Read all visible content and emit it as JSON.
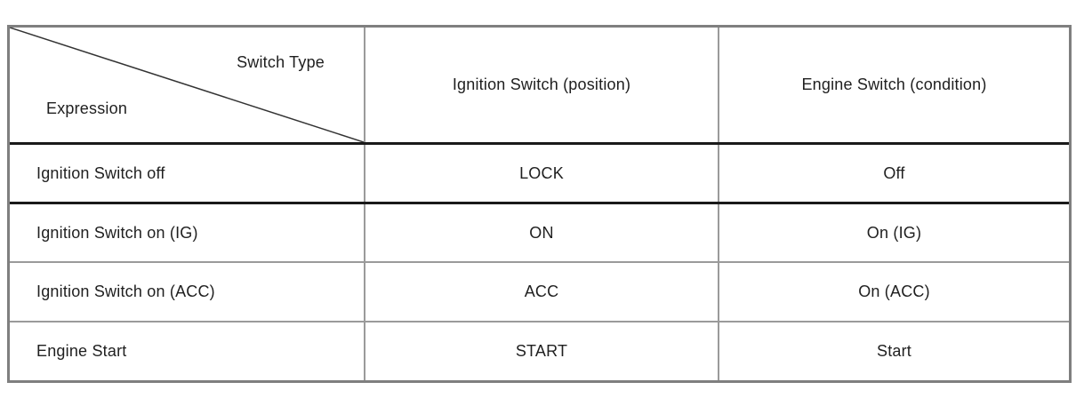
{
  "table": {
    "corner": {
      "top_label": "Switch Type",
      "bottom_label": "Expression"
    },
    "column_headers": {
      "ignition": "Ignition Switch (position)",
      "engine": "Engine Switch (condition)"
    },
    "rows": [
      {
        "expression": "Ignition Switch off",
        "ignition": "LOCK",
        "engine": "Off"
      },
      {
        "expression": "Ignition Switch on (IG)",
        "ignition": "ON",
        "engine": "On (IG)"
      },
      {
        "expression": "Ignition Switch on (ACC)",
        "ignition": "ACC",
        "engine": "On (ACC)"
      },
      {
        "expression": "Engine Start",
        "ignition": "START",
        "engine": "Start"
      }
    ],
    "colors": {
      "outer_border": "#7f7f7f",
      "inner_vertical_border": "#9a9a9a",
      "dark_horizontal_border": "#1a1a1a",
      "diagonal_line": "#333333",
      "text": "#1f1f1f",
      "background": "#ffffff"
    }
  }
}
